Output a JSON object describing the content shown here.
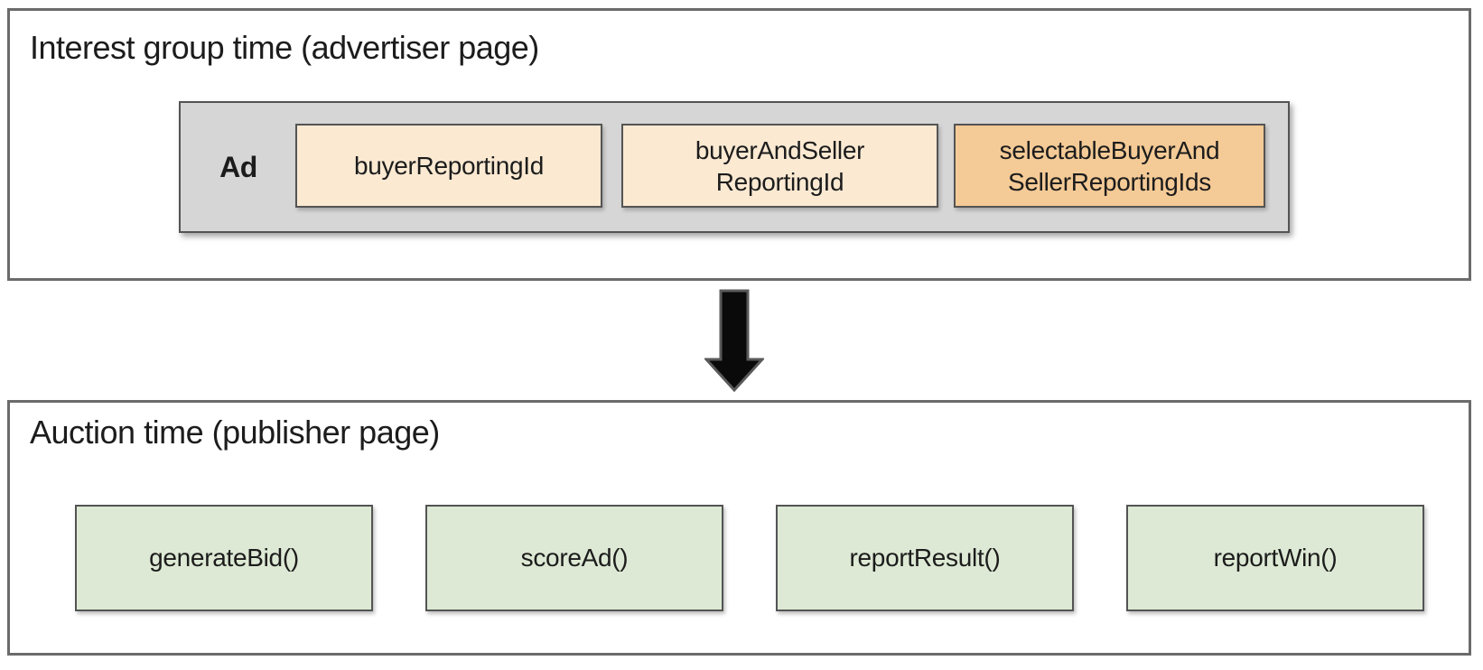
{
  "colors": {
    "panel_border": "#6b6b6b",
    "box_border": "#545454",
    "ad_container_fill": "#d6d6d6",
    "peach_fill": "#fbe9d2",
    "orange_fill": "#f4ca96",
    "green_fill": "#dde9d4",
    "arrow_fill": "#0a0a0a",
    "arrow_outline": "#5a5a5a",
    "text": "#1c1c1c"
  },
  "top_panel": {
    "title": "Interest group time (advertiser page)",
    "ad_container": {
      "label": "Ad",
      "boxes": [
        {
          "text": "buyerReportingId",
          "variant": "peach"
        },
        {
          "text": "buyerAndSeller\nReportingId",
          "variant": "peach"
        },
        {
          "text": "selectableBuyerAnd\nSellerReportingIds",
          "variant": "orange"
        }
      ]
    }
  },
  "arrow": {
    "icon": "down-arrow"
  },
  "bottom_panel": {
    "title": "Auction time (publisher page)",
    "function_boxes": [
      {
        "text": "generateBid()"
      },
      {
        "text": "scoreAd()"
      },
      {
        "text": "reportResult()"
      },
      {
        "text": "reportWin()"
      }
    ]
  }
}
